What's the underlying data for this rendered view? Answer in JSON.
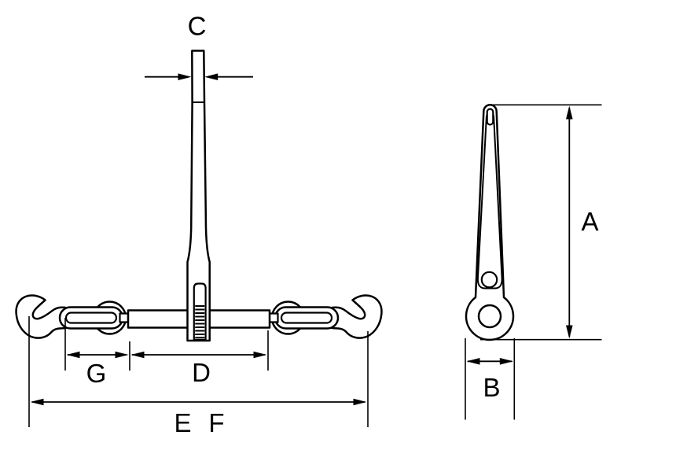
{
  "diagram": {
    "kind": "technical-dimension-drawing",
    "subject": "ratchet-load-binder-with-grab-hooks",
    "colors": {
      "line": "#000000",
      "background": "#ffffff"
    },
    "views": {
      "front": {
        "name": "front view (binder with hooks and chain links)",
        "dimensions": {
          "c": "C",
          "g": "G",
          "d": "D",
          "e": "E",
          "f": "F"
        }
      },
      "side": {
        "name": "side view (handle lever profile)",
        "dimensions": {
          "a": "A",
          "b": "B"
        }
      }
    }
  }
}
